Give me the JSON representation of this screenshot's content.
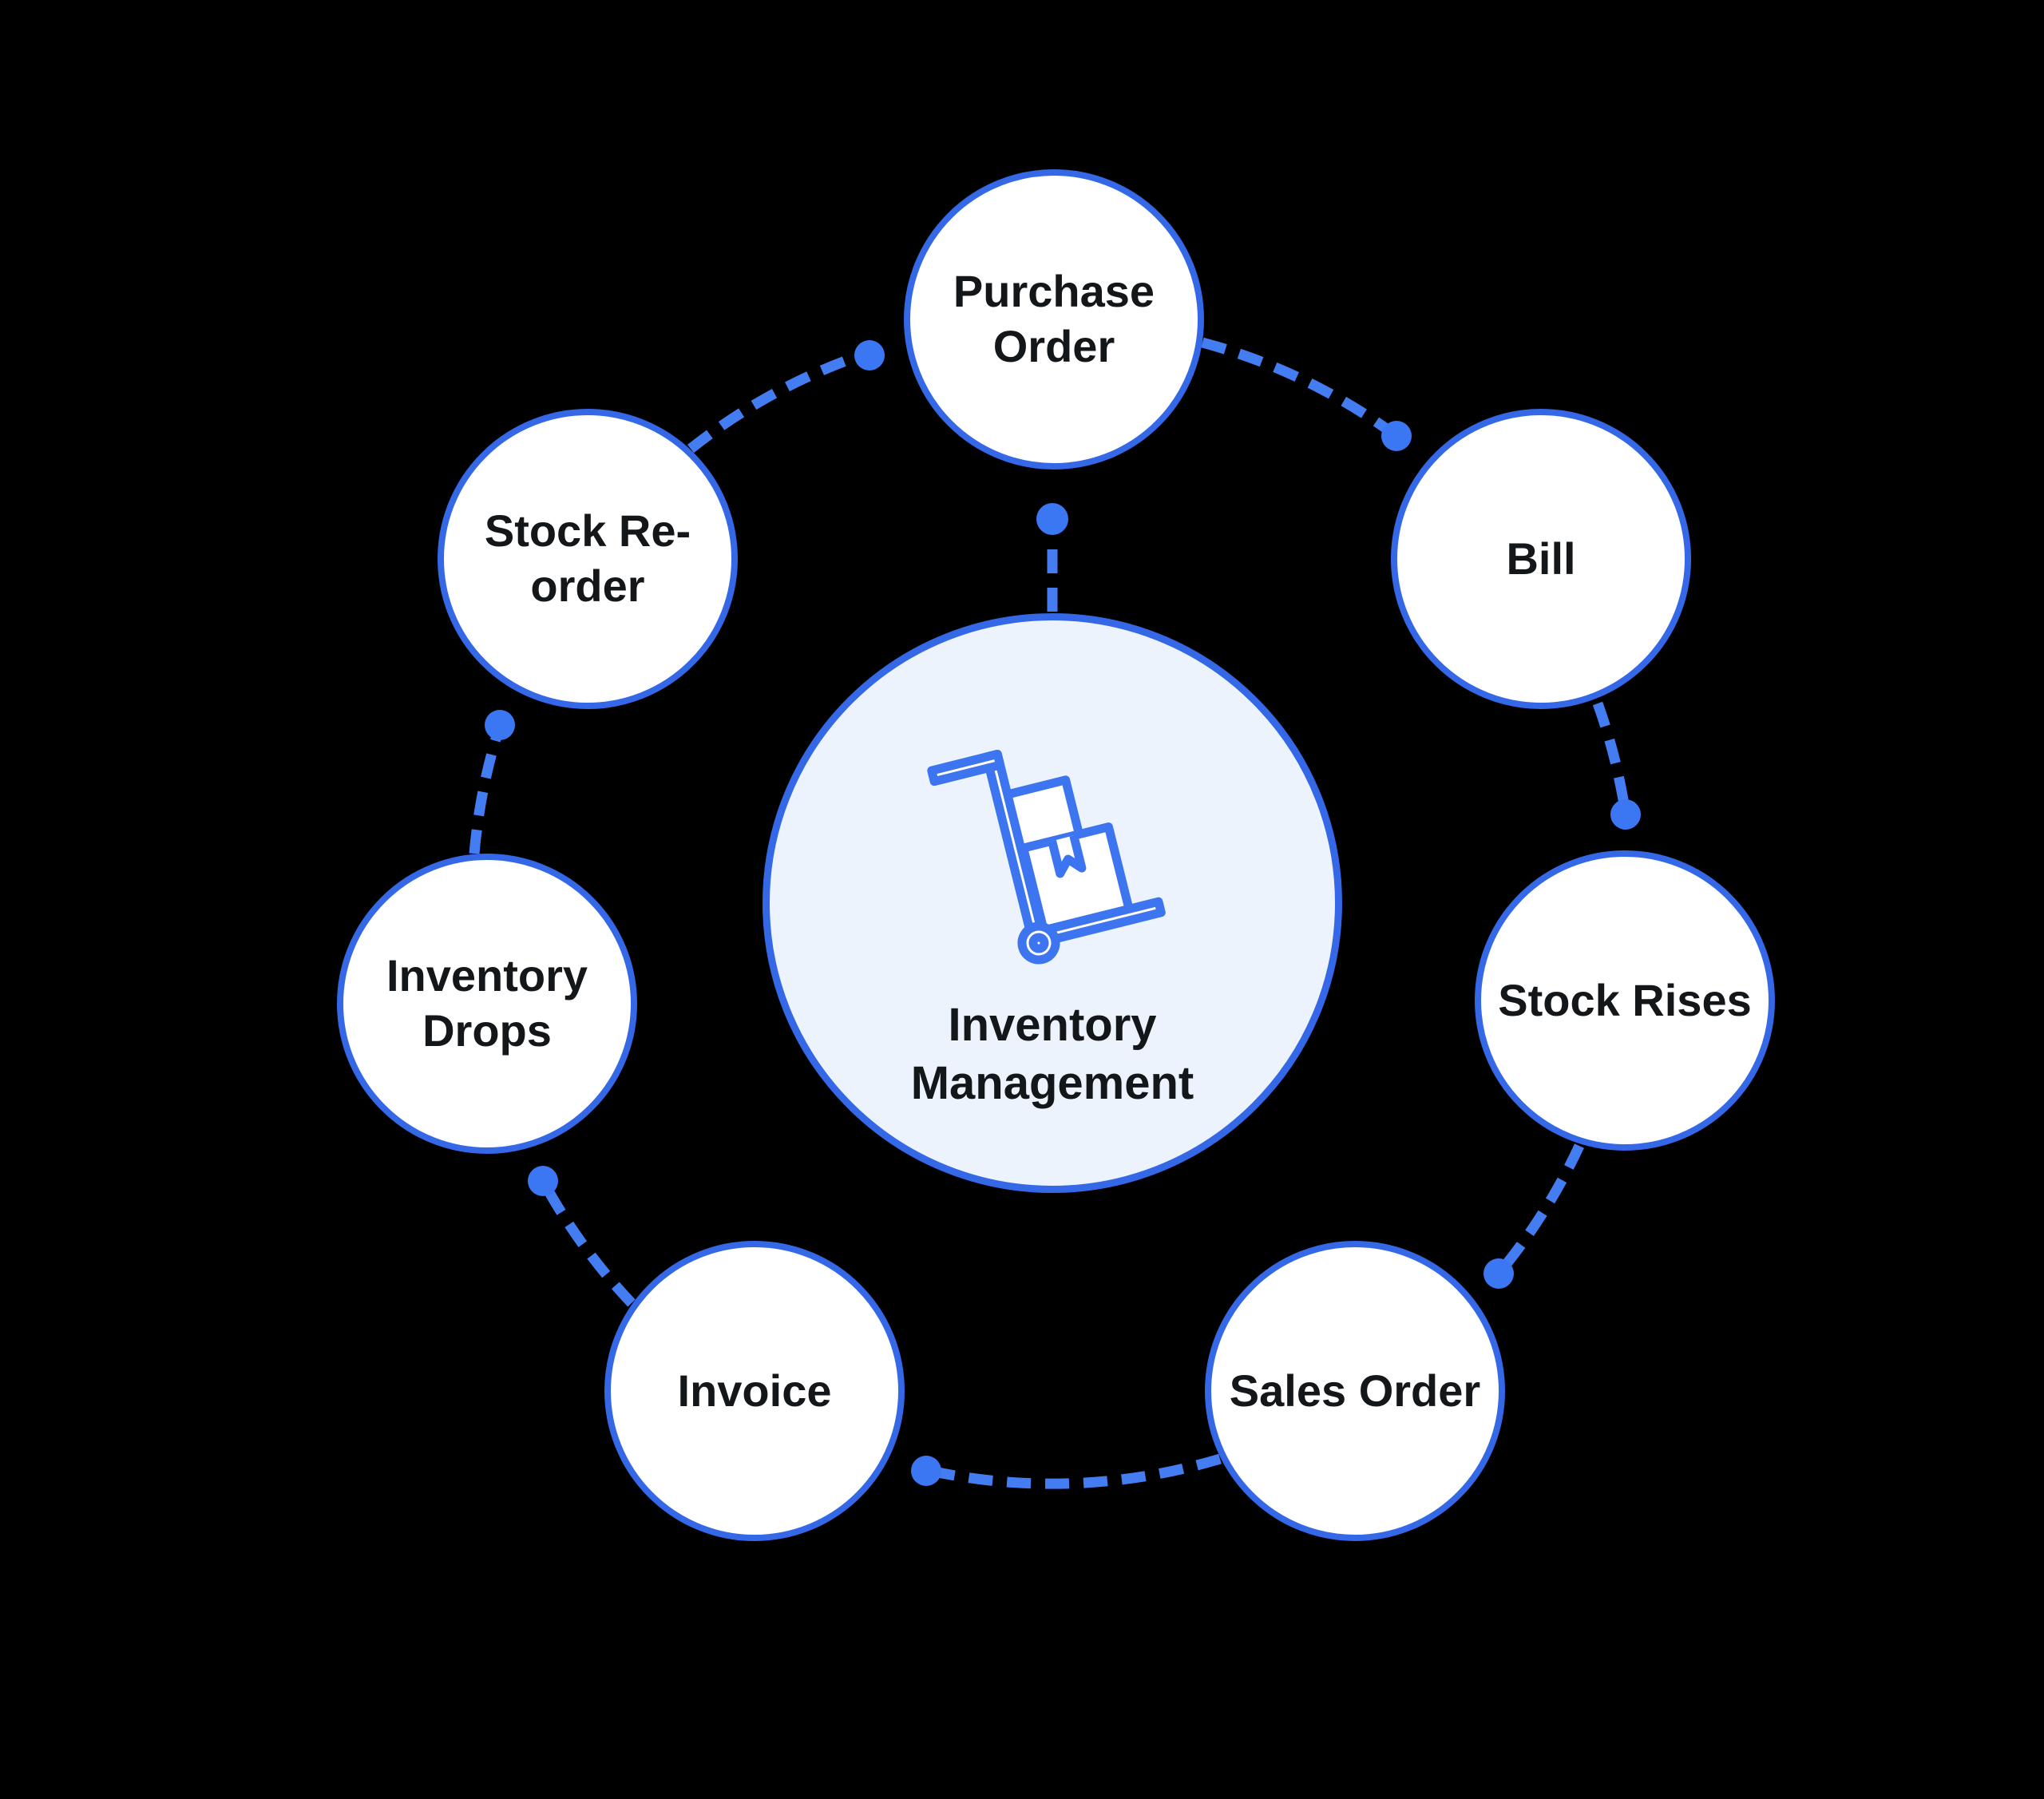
{
  "diagram": {
    "type": "cycle-diagram",
    "title": "Inventory Management",
    "center": {
      "label": "Inventory Management",
      "icon": "hand-truck-icon",
      "fill_color": "#EDF3FC"
    },
    "nodes": [
      {
        "id": "purchase-order",
        "label": "Purchase Order"
      },
      {
        "id": "bill",
        "label": "Bill"
      },
      {
        "id": "stock-rises",
        "label": "Stock Rises"
      },
      {
        "id": "sales-order",
        "label": "Sales Order"
      },
      {
        "id": "invoice",
        "label": "Invoice"
      },
      {
        "id": "inventory-drops",
        "label": "Inventory Drops"
      },
      {
        "id": "stock-reorder",
        "label": "Stock Re-order"
      }
    ],
    "flow_order": [
      "Purchase Order",
      "Bill",
      "Stock Rises",
      "Sales Order",
      "Invoice",
      "Inventory Drops",
      "Stock Re-order"
    ],
    "colors": {
      "background": "#000000",
      "node_outline": "#3568E7",
      "node_fill": "#FFFFFF",
      "center_fill": "#EDF3FC",
      "connector_dash": "#447CF2",
      "flow_dot": "#3B77F2",
      "label_text": "#14171A",
      "icon_stroke": "#3D74F0"
    }
  }
}
